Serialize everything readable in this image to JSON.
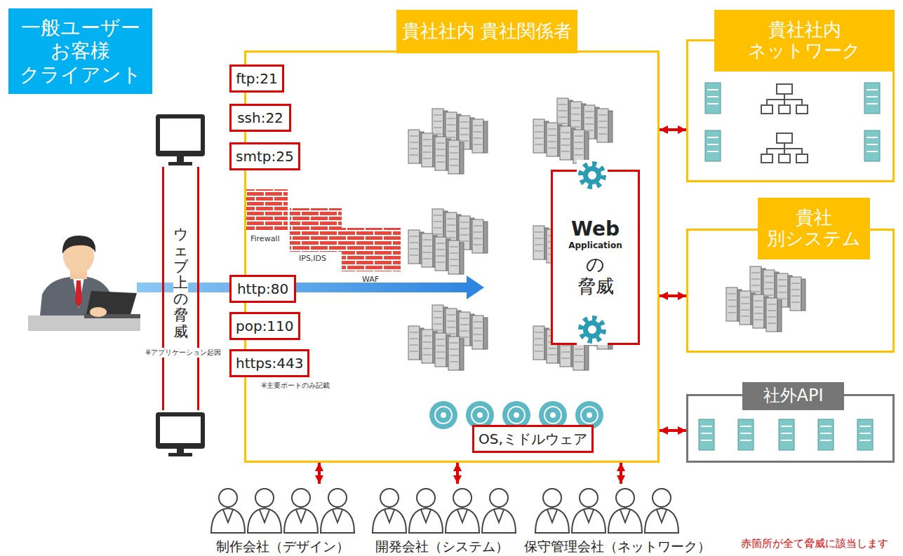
{
  "diagram": {
    "nodes": [
      {
        "text": [
          "一般ユーザー お客様 クライアント"
        ]
      },
      {
        "text": [
          "ウェブ上の脅威"
        ]
      },
      {
        "text": [
          "貴社社内 貴社関係者"
        ]
      },
      {
        "text": [
          "ftp:21"
        ],
        "in": 2
      },
      {
        "text": [
          "ssh:22"
        ],
        "in": 2
      },
      {
        "text": [
          "smtp:25"
        ],
        "in": 2
      },
      {
        "text": [
          "http:80"
        ],
        "in": 2
      },
      {
        "text": [
          "pop:110"
        ],
        "in": 2
      },
      {
        "text": [
          "https:443"
        ],
        "in": 2
      },
      {
        "text": [
          "Web",
          "Application",
          "の",
          "脅威"
        ],
        "in": 2
      },
      {
        "text": [
          "OS,ミドルウェア"
        ],
        "in": 2
      },
      {
        "text": [
          "貴社社内 ネットワーク"
        ]
      },
      {
        "text": [
          "貴社 別システム"
        ]
      },
      {
        "text": [
          "社外API"
        ]
      },
      {
        "text": [
          "制作会社（デザイン）"
        ]
      },
      {
        "text": [
          "開発会社（システム）"
        ]
      },
      {
        "text": [
          "保守管理会社（ネットワーク）"
        ]
      }
    ],
    "edges": [
      {
        "from": 2,
        "to": 11,
        "arrow": "both"
      },
      {
        "from": 2,
        "to": 12,
        "arrow": "both"
      },
      {
        "from": 2,
        "to": 13,
        "arrow": "both"
      },
      {
        "from": 2,
        "to": 14,
        "arrow": "both"
      },
      {
        "from": 2,
        "to": 15,
        "arrow": "both"
      },
      {
        "from": 2,
        "to": 16,
        "arrow": "both"
      }
    ],
    "labels": [
      "Firewall",
      "IPS,IDS",
      "WAF",
      "※主要ポートのみ記載",
      "※アプリケーション起因",
      "赤箇所が全て脅威に該当します"
    ]
  }
}
